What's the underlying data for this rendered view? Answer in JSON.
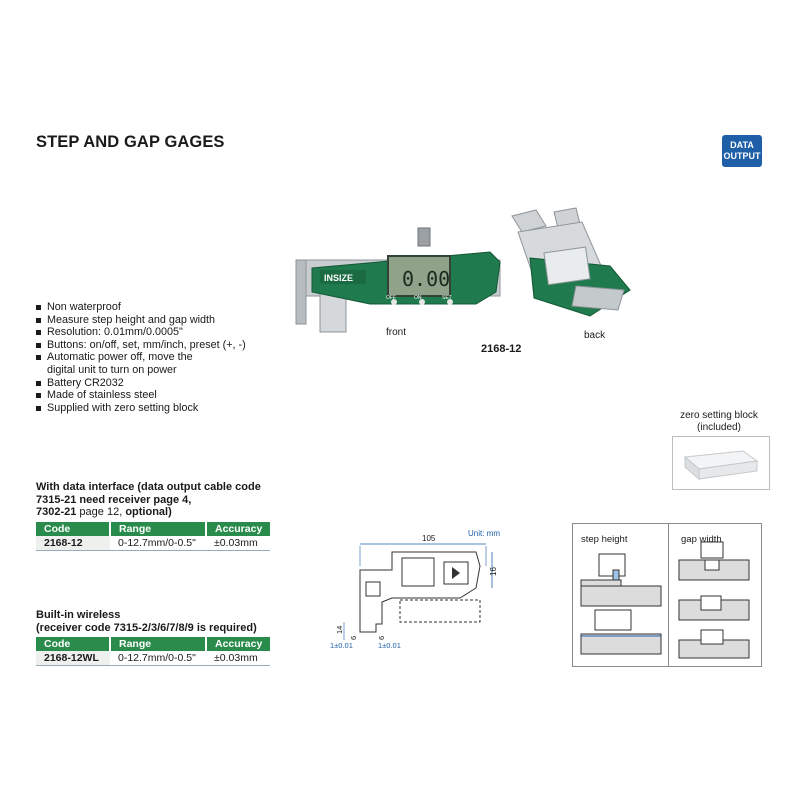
{
  "page_title": "STEP AND GAP GAGES",
  "badge": {
    "line1": "DATA",
    "line2": "OUTPUT"
  },
  "photos": {
    "front_caption": "front",
    "back_caption": "back",
    "model": "2168-12",
    "brand": "INSIZE",
    "display_value": "0.00",
    "btn_off": "OFF",
    "btn_on": "ON",
    "btn_set": "SET"
  },
  "features": [
    "Non waterproof",
    "Measure step height and gap width",
    "Resolution: 0.01mm/0.0005\"",
    "Buttons: on/off, set, mm/inch, preset (+, -)",
    "Automatic power off, move the",
    "digital unit to turn on power",
    "Battery CR2032",
    "Made of stainless steel",
    "Supplied with zero setting block"
  ],
  "zero_setting": {
    "line1": "zero setting block",
    "line2": "(included)"
  },
  "data_interface": {
    "line1": "With data interface (data output cable code",
    "line2": "7315-21 need receiver page 4,",
    "line3_bold": "7302-21",
    "line3_normal": " page 12, ",
    "line3_end": "optional)"
  },
  "table_headers": [
    "Code",
    "Range",
    "Accuracy"
  ],
  "table1_row": [
    "2168-12",
    "0-12.7mm/0-0.5\"",
    "±0.03mm"
  ],
  "wireless": {
    "line1": "Built-in wireless",
    "line2": "(receiver code 7315-2/3/6/7/8/9 is required)"
  },
  "table2_row": [
    "2168-12WL",
    "0-12.7mm/0-0.5\"",
    "±0.03mm"
  ],
  "dimensions": {
    "unit": "Unit: mm",
    "width": "105",
    "height": "16",
    "d14": "14",
    "d6a": "6",
    "d6b": "6",
    "tol1": "1±0.01",
    "tol2": "1±0.01"
  },
  "usage": {
    "step_height": "step height",
    "gap_width": "gap width"
  },
  "colors": {
    "accent_green": "#2a8c4c",
    "badge_blue": "#1e5fa8",
    "device_green": "#1f7a4d"
  }
}
